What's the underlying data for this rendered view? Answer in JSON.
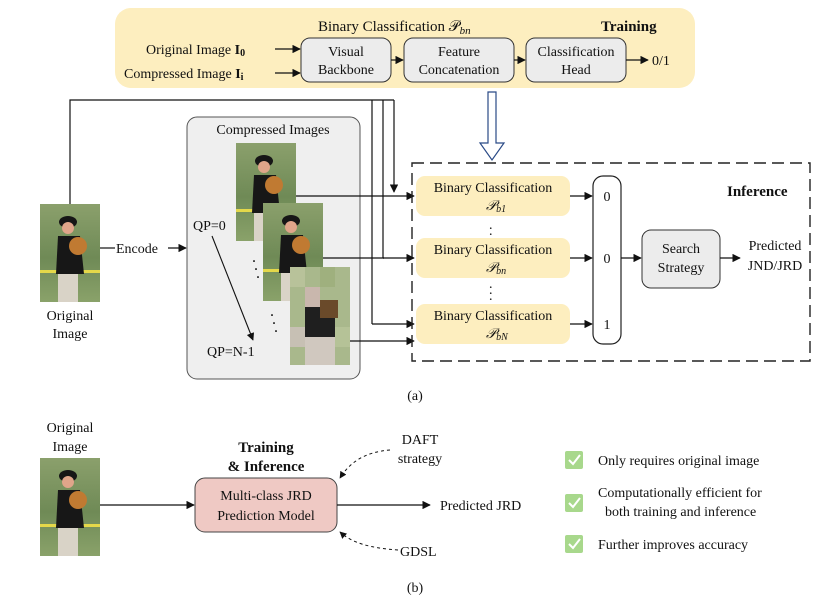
{
  "training_panel": {
    "title": "Binary Classification 𝒫",
    "title_sub": "bn",
    "tag": "Training",
    "input_original": "Original Image ",
    "input_original_sym": "I",
    "input_original_idx": "0",
    "input_compressed": "Compressed Image ",
    "input_compressed_sym": "I",
    "input_compressed_idx": "i",
    "box_backbone": [
      "Visual",
      "Backbone"
    ],
    "box_concat": [
      "Feature",
      "Concatenation"
    ],
    "box_head": [
      "Classification",
      "Head"
    ],
    "output": "0/1"
  },
  "inference_panel": {
    "original_label": [
      "Original",
      "Image"
    ],
    "encode_label": "Encode",
    "compressed_title": "Compressed Images",
    "qp_start": "QP=0",
    "qp_end": "QP=N-1",
    "tag": "Inference",
    "classifiers": [
      {
        "label": "Binary Classification",
        "sym": "𝒫",
        "sub": "b1"
      },
      {
        "label": "Binary Classification",
        "sym": "𝒫",
        "sub": "bn"
      },
      {
        "label": "Binary Classification",
        "sym": "𝒫",
        "sub": "bN"
      }
    ],
    "outputs": [
      "0",
      "0",
      "1"
    ],
    "search_box": [
      "Search",
      "Strategy"
    ],
    "result": [
      "Predicted",
      "JND/JRD"
    ],
    "caption": "(a)"
  },
  "proposed_panel": {
    "original_label": [
      "Original",
      "Image"
    ],
    "header": [
      "Training",
      "& Inference"
    ],
    "model_box": [
      "Multi-class JRD",
      "Prediction Model"
    ],
    "daft": [
      "DAFT",
      "strategy"
    ],
    "gdsl": "GDSL",
    "result": "Predicted JRD",
    "benefits": [
      [
        "Only requires original image"
      ],
      [
        "Computationally efficient for",
        "both training and inference"
      ],
      [
        "Further improves accuracy"
      ]
    ],
    "caption": "(b)"
  },
  "colors": {
    "training_bg": "#fdeebf",
    "classifier_bg": "#fdeebf",
    "box_gray": "#ececec",
    "model_box": "#efc9c4",
    "check_green": "#a8d88c"
  }
}
